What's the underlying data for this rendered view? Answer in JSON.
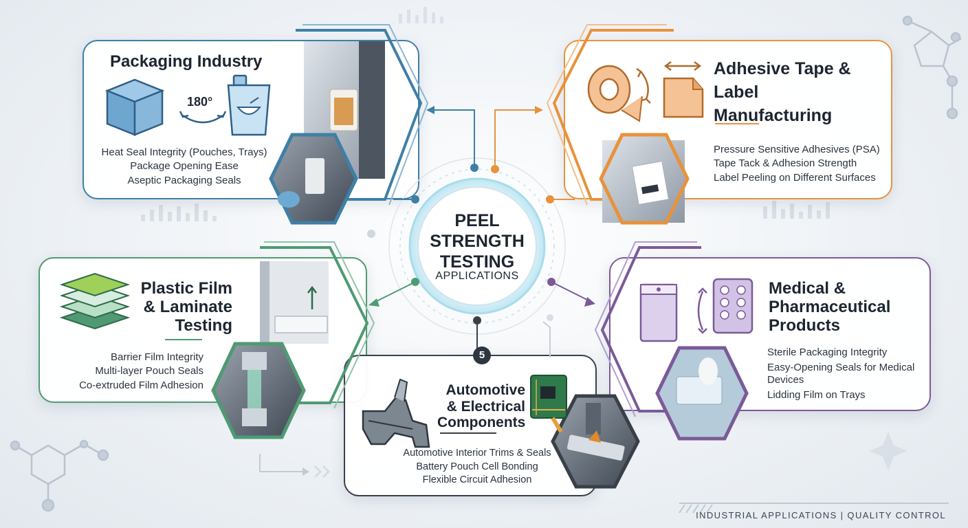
{
  "center": {
    "line1": "PEEL",
    "line2": "STRENGTH",
    "line3": "TESTING",
    "subtitle": "APPLICATIONS"
  },
  "cards": {
    "packaging": {
      "title": "Packaging Industry",
      "angle_label": "180°",
      "items": [
        "Heat Seal Integrity (Pouches, Trays)",
        "Package Opening Ease",
        "Aseptic Packaging Seals"
      ]
    },
    "adhesive": {
      "title_line1": "Adhesive Tape &",
      "title_line2": "Label",
      "title_line3": "Manufacturing",
      "items": [
        "Pressure Sensitive Adhesives (PSA)",
        "Tape Tack & Adhesion Strength",
        "Label Peeling on Different Surfaces"
      ]
    },
    "plastic": {
      "title_line1": "Plastic Film",
      "title_line2": "& Laminate",
      "title_line3": "Testing",
      "items": [
        "Barrier Film Integrity",
        "Multi-layer Pouch Seals",
        "Co-extruded Film Adhesion"
      ]
    },
    "medical": {
      "title_line1": "Medical &",
      "title_line2": "Pharmaceutical",
      "title_line3": "Products",
      "items": [
        "Sterile Packaging Integrity",
        "Easy-Opening Seals for Medical",
        "Devices",
        "Lidding Film on Trays"
      ]
    },
    "automotive": {
      "badge": "5",
      "title_line1": "Automotive",
      "title_line2": "& Electrical",
      "title_line3": "Components",
      "items": [
        "Automotive Interior Trims & Seals",
        "Battery Pouch Cell Bonding",
        "Flexible Circuit Adhesion"
      ]
    }
  },
  "footer": "INDUSTRIAL APPLICATIONS | QUALITY CONTROL",
  "colors": {
    "packaging": "#3f7fa6",
    "adhesive": "#e8923c",
    "plastic": "#4f9a72",
    "medical": "#7b5a98",
    "automotive": "#3a4048",
    "center_glow": "#9ed8ec"
  },
  "icons": [
    "box-icon",
    "pouch-icon",
    "tape-roll-icon",
    "label-icon",
    "film-layers-icon",
    "sachet-icon",
    "blister-pack-icon",
    "car-part-icon",
    "circuit-board-icon"
  ]
}
